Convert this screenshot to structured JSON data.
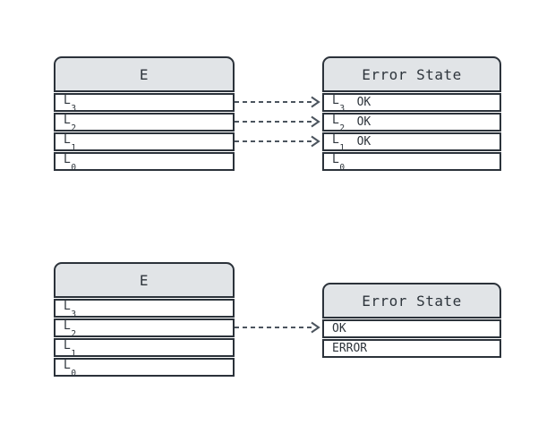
{
  "colors": {
    "background": "#ffffff",
    "box_border": "#2b323a",
    "header_fill": "#e1e4e7",
    "text": "#2e353c",
    "arrow": "#4b545e"
  },
  "top_diagram": {
    "source": {
      "title": "E",
      "rows": [
        {
          "base": "L",
          "sub": "3"
        },
        {
          "base": "L",
          "sub": "2"
        },
        {
          "base": "L",
          "sub": "1"
        },
        {
          "base": "L",
          "sub": "0"
        }
      ]
    },
    "target": {
      "title": "Error State",
      "rows": [
        {
          "base": "L",
          "sub": "3",
          "status": "OK"
        },
        {
          "base": "L",
          "sub": "2",
          "status": "OK"
        },
        {
          "base": "L",
          "sub": "1",
          "status": "OK"
        },
        {
          "base": "L",
          "sub": "0",
          "status": ""
        }
      ]
    },
    "arrow_count": 3
  },
  "bottom_diagram": {
    "source": {
      "title": "E",
      "rows": [
        {
          "base": "L",
          "sub": "3"
        },
        {
          "base": "L",
          "sub": "2"
        },
        {
          "base": "L",
          "sub": "1"
        },
        {
          "base": "L",
          "sub": "0"
        }
      ]
    },
    "target": {
      "title": "Error State",
      "rows": [
        {
          "label": "OK"
        },
        {
          "label": "ERROR"
        }
      ]
    },
    "arrow_count": 1
  }
}
